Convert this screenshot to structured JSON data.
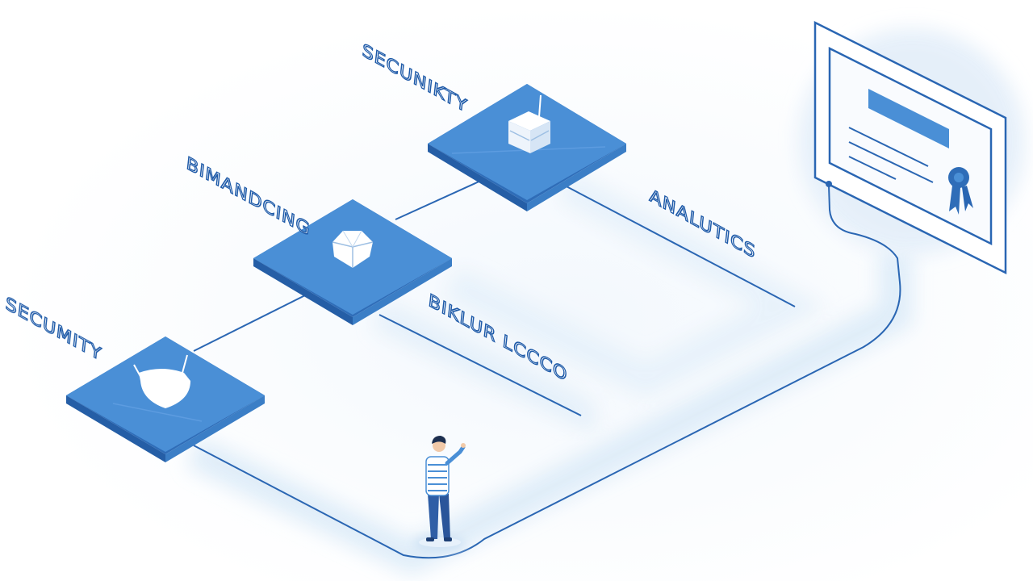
{
  "labels": {
    "security_top": "SECUNIKTY",
    "branding": "BIMANDCING",
    "security_bottom": "SECUMITY",
    "analytics": "ANALUTICS",
    "brand_voice": "BIKLUR LCCCO"
  },
  "colors": {
    "tile_top": "#4a8fd6",
    "tile_side_dark": "#2f6db8",
    "tile_side_light": "#3b7ec6",
    "line": "#2a66b3",
    "glow": "#dbe9f7",
    "certificate_bar": "#4a8fd6"
  },
  "icons": {
    "tile_top": "building-stack-icon",
    "tile_middle": "gem-icon",
    "tile_bottom": "shield-icon",
    "certificate": "certificate-icon",
    "ribbon": "award-ribbon-icon"
  }
}
